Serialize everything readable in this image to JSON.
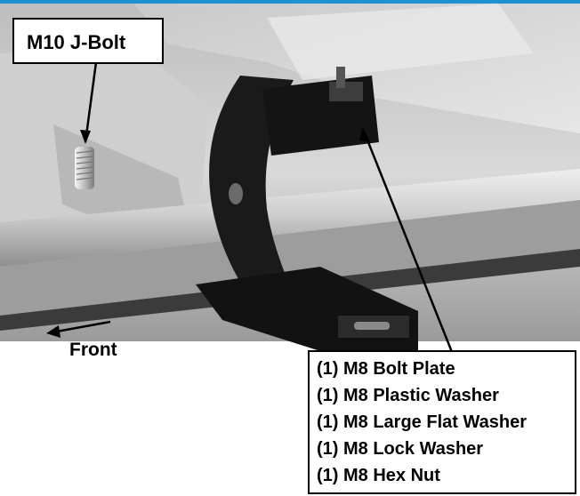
{
  "callouts": {
    "jbolt": "M10 J-Bolt",
    "front": "Front",
    "parts": [
      "(1) M8 Bolt Plate",
      "(1) M8 Plastic Washer",
      "(1) M8 Large Flat Washer",
      "(1) M8 Lock Washer",
      "(1) M8 Hex Nut"
    ]
  },
  "colors": {
    "frame_light": "#d6d6d6",
    "frame_mid": "#a8a8a8",
    "frame_dark": "#3a3a3a",
    "bracket": "#141414",
    "accent_top_bar": "#1f8fd6"
  }
}
